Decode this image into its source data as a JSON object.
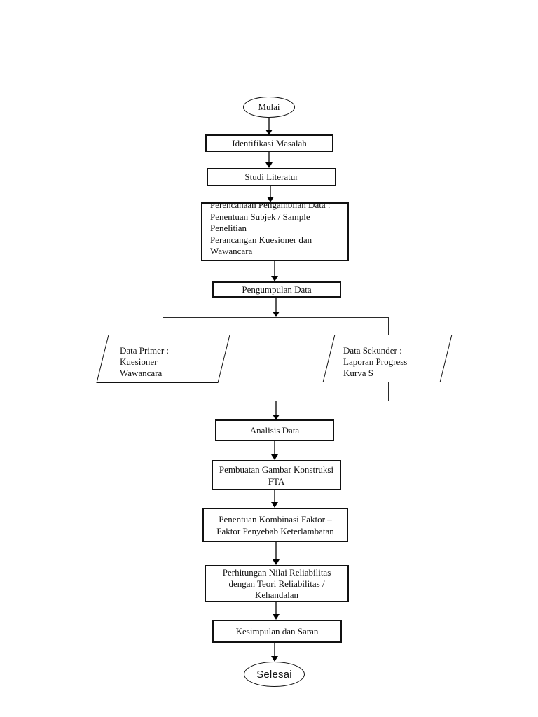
{
  "flowchart": {
    "nodes": {
      "start": {
        "label": "Mulai",
        "type": "terminator"
      },
      "identifikasi": {
        "label": "Identifikasi Masalah",
        "type": "process"
      },
      "studi": {
        "label": "Studi Literatur",
        "type": "process"
      },
      "perencanaan": {
        "type": "process",
        "lines": [
          "Perencanaan Pengambilan Data :",
          "Penentuan Subjek / Sample",
          "Penelitian",
          "Perancangan Kuesioner dan",
          "Wawancara"
        ]
      },
      "pengumpulan": {
        "label": "Pengumpulan Data",
        "type": "process"
      },
      "data_primer": {
        "type": "input-output",
        "lines": [
          "Data Primer :",
          "Kuesioner",
          "Wawancara"
        ]
      },
      "data_sekunder": {
        "type": "input-output",
        "lines": [
          "Data Sekunder :",
          "Laporan Progress",
          "Kurva S"
        ]
      },
      "analisis": {
        "label": "Analisis Data",
        "type": "process"
      },
      "pembuatan": {
        "type": "process",
        "lines": [
          "Pembuatan Gambar Konstruksi",
          "FTA"
        ]
      },
      "penentuan": {
        "type": "process",
        "lines": [
          "Penentuan Kombinasi Faktor –",
          "Faktor Penyebab Keterlambatan"
        ]
      },
      "perhitungan": {
        "type": "process",
        "lines": [
          "Perhitungan Nilai Reliabilitas",
          "dengan Teori Reliabilitas /",
          "Kehandalan"
        ]
      },
      "kesimpulan": {
        "label": "Kesimpulan dan Saran",
        "type": "process"
      },
      "end": {
        "label": "Selesai",
        "type": "terminator"
      }
    },
    "colors": {
      "background": "#ffffff",
      "shape_border": "#111111",
      "connector_line": "#5a5a5a",
      "arrowhead": "#000000",
      "text": "#111111"
    }
  }
}
